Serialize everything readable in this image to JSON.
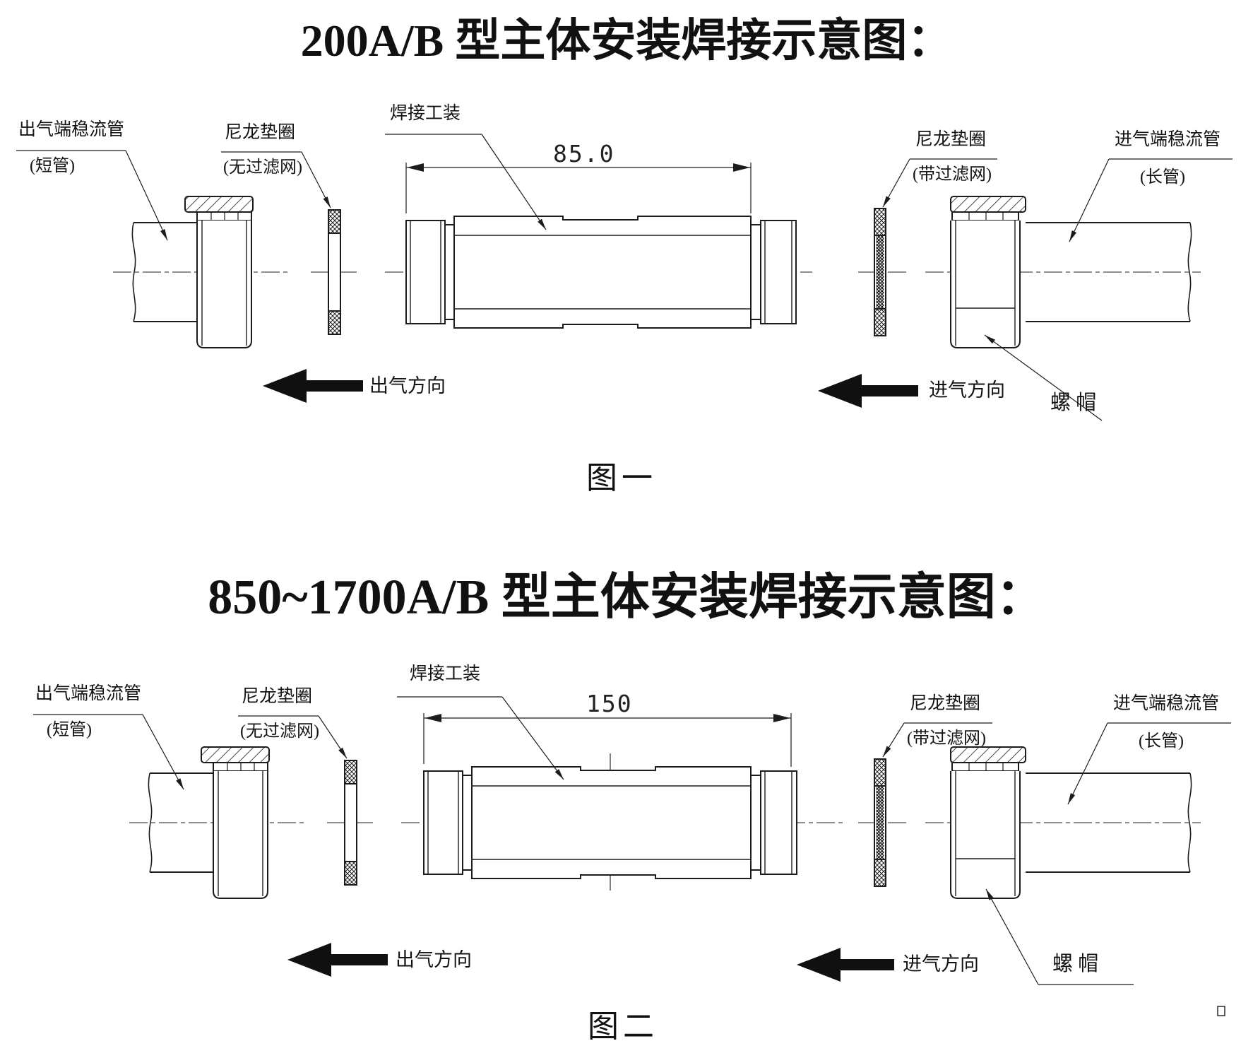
{
  "figure1": {
    "title": "200A/B 型主体安装焊接示意图：",
    "dimension": "85.0",
    "caption": "图一",
    "labels": {
      "outlet_tube": "出气端稳流管",
      "outlet_tube_note": "(短管)",
      "nylon_washer_left": "尼龙垫圈",
      "nylon_washer_left_note": "(无过滤网)",
      "welding_fixture": "焊接工装",
      "nylon_washer_right": "尼龙垫圈",
      "nylon_washer_right_note": "(带过滤网)",
      "inlet_tube": "进气端稳流管",
      "inlet_tube_note": "(长管)",
      "nut": "螺 帽",
      "outlet_direction": "出气方向",
      "inlet_direction": "进气方向"
    }
  },
  "figure2": {
    "title": "850~1700A/B 型主体安装焊接示意图：",
    "dimension": "150",
    "caption": "图二",
    "labels": {
      "outlet_tube": "出气端稳流管",
      "outlet_tube_note": "(短管)",
      "nylon_washer_left": "尼龙垫圈",
      "nylon_washer_left_note": "(无过滤网)",
      "welding_fixture": "焊接工装",
      "nylon_washer_right": "尼龙垫圈",
      "nylon_washer_right_note": "(带过滤网)",
      "inlet_tube": "进气端稳流管",
      "inlet_tube_note": "(长管)",
      "nut": "螺 帽",
      "outlet_direction": "出气方向",
      "inlet_direction": "进气方向"
    }
  },
  "colors": {
    "line": "#1c1c1c",
    "background": "#ffffff"
  }
}
